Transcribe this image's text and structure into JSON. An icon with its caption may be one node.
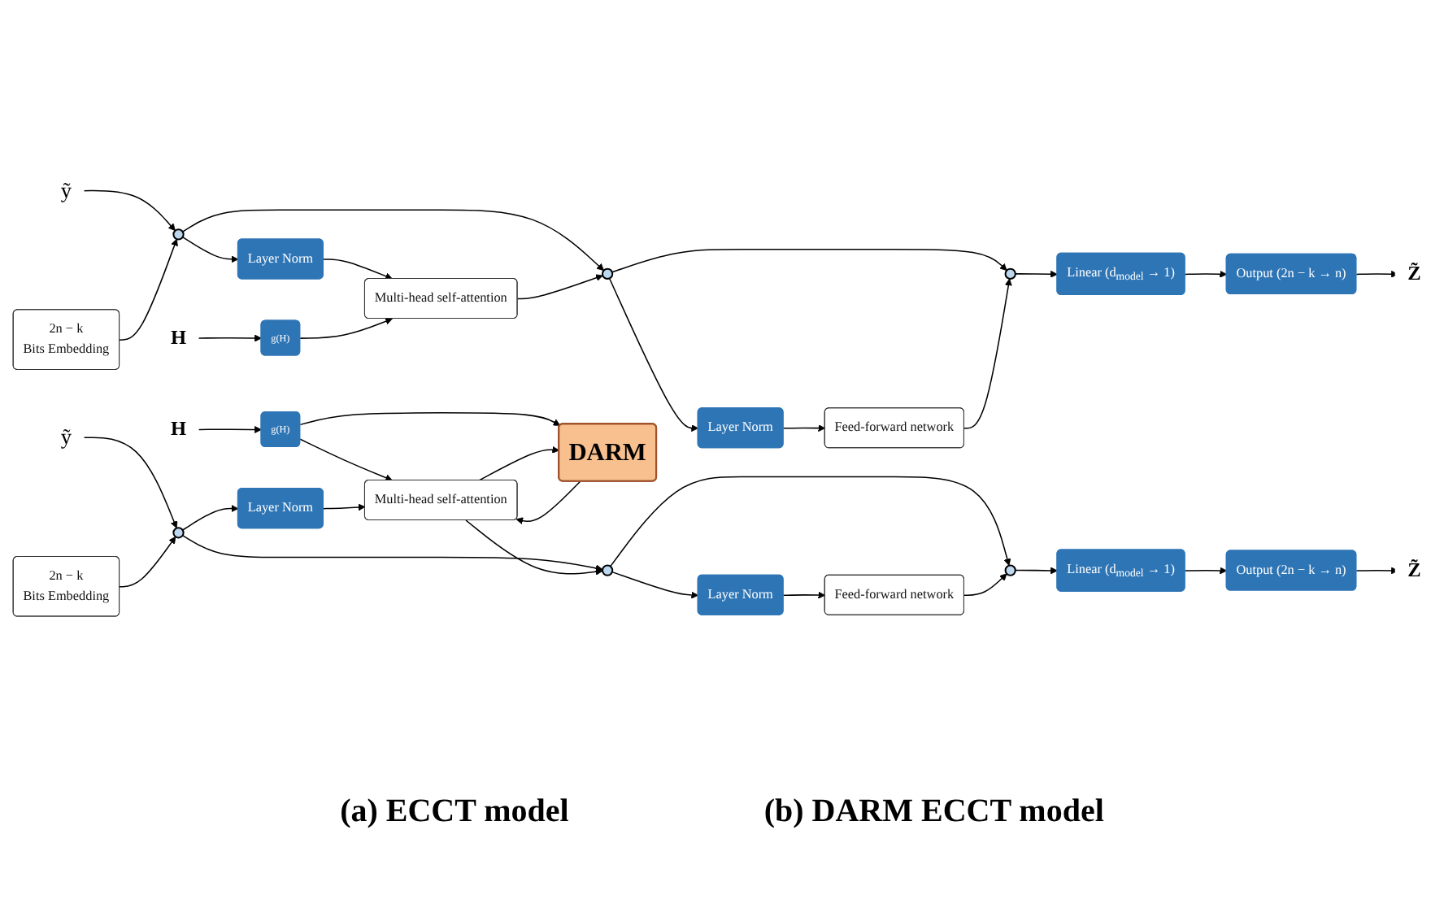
{
  "diagram": {
    "nodes": [
      {
        "text": [
          "ỹ"
        ]
      },
      {
        "text": [
          "2n − k",
          "Bits Embedding"
        ]
      },
      {
        "text": [],
        "shape": "circle"
      },
      {
        "text": [
          "Layer Norm"
        ]
      },
      {
        "text": [
          "H"
        ]
      },
      {
        "text": [
          "g(H)"
        ]
      },
      {
        "text": [
          "Multi-head self-attention"
        ]
      },
      {
        "text": [],
        "shape": "circle"
      },
      {
        "text": [
          "Layer Norm"
        ]
      },
      {
        "text": [
          "Feed-forward network"
        ]
      },
      {
        "text": [],
        "shape": "circle"
      },
      {
        "text": [
          "Linear (d$_{model}$ → 1)"
        ]
      },
      {
        "text": [
          "Output (2n − k → n)"
        ]
      },
      {
        "text": [
          "Z̃"
        ]
      },
      {
        "text": [
          "ỹ"
        ]
      },
      {
        "text": [
          "2n − k",
          "Bits Embedding"
        ]
      },
      {
        "text": [],
        "shape": "circle"
      },
      {
        "text": [
          "H"
        ]
      },
      {
        "text": [
          "g(H)"
        ]
      },
      {
        "text": [
          "DARM"
        ]
      },
      {
        "text": [
          "Layer Norm"
        ]
      },
      {
        "text": [
          "Multi-head self-attention"
        ]
      },
      {
        "text": [],
        "shape": "circle"
      },
      {
        "text": [
          "Layer Norm"
        ]
      },
      {
        "text": [
          "Feed-forward network"
        ]
      },
      {
        "text": [],
        "shape": "circle"
      },
      {
        "text": [
          "Linear (d$_{model}$ → 1)"
        ]
      },
      {
        "text": [
          "Output (2n − k → n)"
        ]
      },
      {
        "text": [
          "Z̃"
        ]
      }
    ],
    "edges": [
      {
        "from": 0,
        "to": 2,
        "arrow": "to"
      },
      {
        "from": 1,
        "to": 2,
        "arrow": "to"
      },
      {
        "from": 2,
        "to": 3,
        "arrow": "to"
      },
      {
        "from": 2,
        "to": 7,
        "arrow": "to"
      },
      {
        "from": 3,
        "to": 6,
        "arrow": "to"
      },
      {
        "from": 4,
        "to": 5,
        "arrow": "to"
      },
      {
        "from": 5,
        "to": 6,
        "arrow": "to"
      },
      {
        "from": 6,
        "to": 7,
        "arrow": "to"
      },
      {
        "from": 7,
        "to": 8,
        "arrow": "to"
      },
      {
        "from": 7,
        "to": 10,
        "arrow": "to"
      },
      {
        "from": 8,
        "to": 9,
        "arrow": "to"
      },
      {
        "from": 9,
        "to": 10,
        "arrow": "to"
      },
      {
        "from": 10,
        "to": 11,
        "arrow": "to"
      },
      {
        "from": 11,
        "to": 12,
        "arrow": "to"
      },
      {
        "from": 12,
        "to": 13,
        "arrow": "to"
      },
      {
        "from": 14,
        "to": 16,
        "arrow": "to"
      },
      {
        "from": 15,
        "to": 16,
        "arrow": "to"
      },
      {
        "from": 16,
        "to": 20,
        "arrow": "to"
      },
      {
        "from": 16,
        "to": 22,
        "arrow": "to"
      },
      {
        "from": 17,
        "to": 18,
        "arrow": "to"
      },
      {
        "from": 18,
        "to": 19,
        "arrow": "to"
      },
      {
        "from": 18,
        "to": 21,
        "arrow": "to"
      },
      {
        "from": 21,
        "to": 19,
        "arrow": "to"
      },
      {
        "from": 19,
        "to": 21,
        "arrow": "to"
      },
      {
        "from": 20,
        "to": 21,
        "arrow": "to"
      },
      {
        "from": 21,
        "to": 22,
        "arrow": "to"
      },
      {
        "from": 22,
        "to": 23,
        "arrow": "to"
      },
      {
        "from": 22,
        "to": 25,
        "arrow": "to"
      },
      {
        "from": 23,
        "to": 24,
        "arrow": "to"
      },
      {
        "from": 24,
        "to": 25,
        "arrow": "to"
      },
      {
        "from": 25,
        "to": 26,
        "arrow": "to"
      },
      {
        "from": 26,
        "to": 27,
        "arrow": "to"
      },
      {
        "from": 27,
        "to": 28,
        "arrow": "to"
      }
    ],
    "labels": [
      "(a) ECCT model",
      "(b) DARM ECCT model"
    ]
  }
}
